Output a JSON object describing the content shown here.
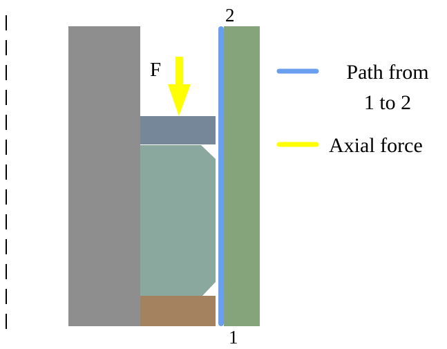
{
  "diagram": {
    "force_label": "F",
    "point_top_label": "2",
    "point_bottom_label": "1"
  },
  "legend": {
    "items": [
      {
        "line1": "Path from",
        "line2": "1 to 2",
        "color": "#6a9ff0"
      },
      {
        "line1": "Axial force",
        "line2": "",
        "color": "#ffff00"
      }
    ]
  },
  "colors": {
    "housing": "#8e8e8e",
    "top_ring": "#76879a",
    "seal": "#8aa89e",
    "bottom_ring": "#a5825f",
    "shaft": "#86a47b",
    "path": "#6a9ff0",
    "force": "#ffff00",
    "axis": "#000000"
  }
}
